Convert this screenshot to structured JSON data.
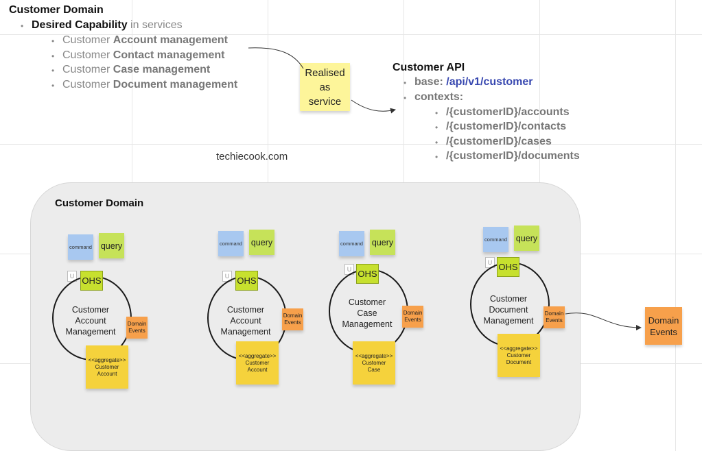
{
  "top": {
    "title": "Customer Domain",
    "capability": {
      "strong": "Desired Capability",
      "light": " in services"
    },
    "items": [
      {
        "prefix": "Customer ",
        "strong": "Account management"
      },
      {
        "prefix": "Customer ",
        "strong": "Contact management"
      },
      {
        "prefix": "Customer ",
        "strong": "Case management"
      },
      {
        "prefix": "Customer ",
        "strong": "Document management"
      }
    ]
  },
  "realised_note": {
    "line1": "Realised",
    "line2": "as",
    "line3": "service"
  },
  "api": {
    "title": "Customer API",
    "base_label": "base: ",
    "base_value": "/api/v1/customer",
    "contexts_label": "contexts:",
    "contexts": [
      "/{customerID}/accounts",
      "/{customerID}/contacts",
      "/{customerID}/cases",
      "/{customerID}/documents"
    ]
  },
  "watermark": "techiecook.com",
  "domain": {
    "title": "Customer Domain",
    "command_label": "command",
    "query_label": "query",
    "ohs_label": "OHS",
    "u_label": "U",
    "events_label_1": "Domain",
    "events_label_2": "Events",
    "contexts": [
      {
        "name1": "Customer",
        "name2": "Account",
        "name3": "Management",
        "agg1": "<<aggregate>>",
        "agg2": "Customer",
        "agg3": "Account"
      },
      {
        "name1": "Customer",
        "name2": "Account",
        "name3": "Management",
        "agg1": "<<aggregate>>",
        "agg2": "Customer",
        "agg3": "Account"
      },
      {
        "name1": "Customer",
        "name2": "Case",
        "name3": "Management",
        "agg1": "<<aggregate>>",
        "agg2": "Customer",
        "agg3": "Case"
      },
      {
        "name1": "Customer",
        "name2": "Document",
        "name3": "Management",
        "agg1": "<<aggregate>>",
        "agg2": "Customer",
        "agg3": "Document"
      }
    ],
    "external_events_1": "Domain",
    "external_events_2": "Events"
  },
  "colors": {
    "accent": "#3848b0",
    "sticky_yellow": "#f5d23c",
    "sticky_pale": "#fdf59a",
    "sticky_blue": "#a8c8f0",
    "sticky_green": "#c6e259",
    "sticky_orange": "#f7a04b"
  }
}
